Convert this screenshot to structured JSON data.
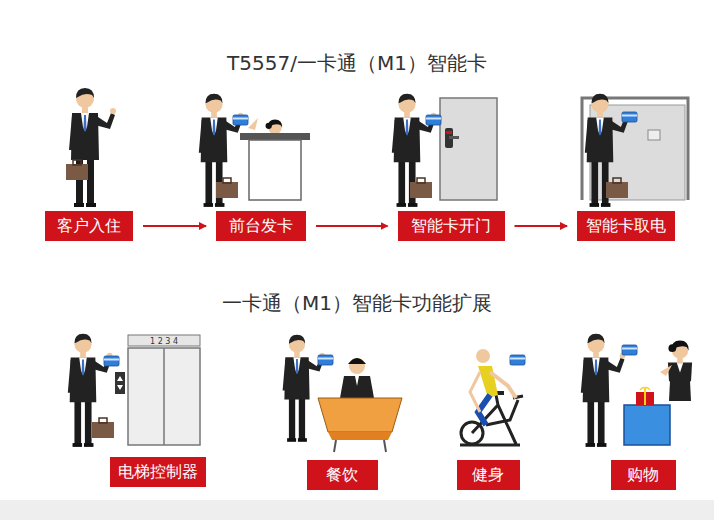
{
  "diagram": {
    "title": "T5557/一卡通（M1）智能卡",
    "nodes": [
      {
        "text": [
          "客户入住"
        ]
      },
      {
        "text": [
          "前台发卡"
        ]
      },
      {
        "text": [
          "智能卡开门"
        ]
      },
      {
        "text": [
          "智能卡取电"
        ]
      },
      {
        "text": [
          "电梯控制器"
        ]
      },
      {
        "text": [
          "餐饮"
        ]
      },
      {
        "text": [
          "健身"
        ]
      },
      {
        "text": [
          "购物"
        ]
      }
    ],
    "edges": [
      {
        "from": 0,
        "to": 1,
        "arrow": "to"
      },
      {
        "from": 1,
        "to": 2,
        "arrow": "to"
      },
      {
        "from": 2,
        "to": 3,
        "arrow": "to"
      }
    ],
    "labels": [
      "一卡通（M1）智能卡功能扩展",
      "1 2 3 4"
    ]
  }
}
